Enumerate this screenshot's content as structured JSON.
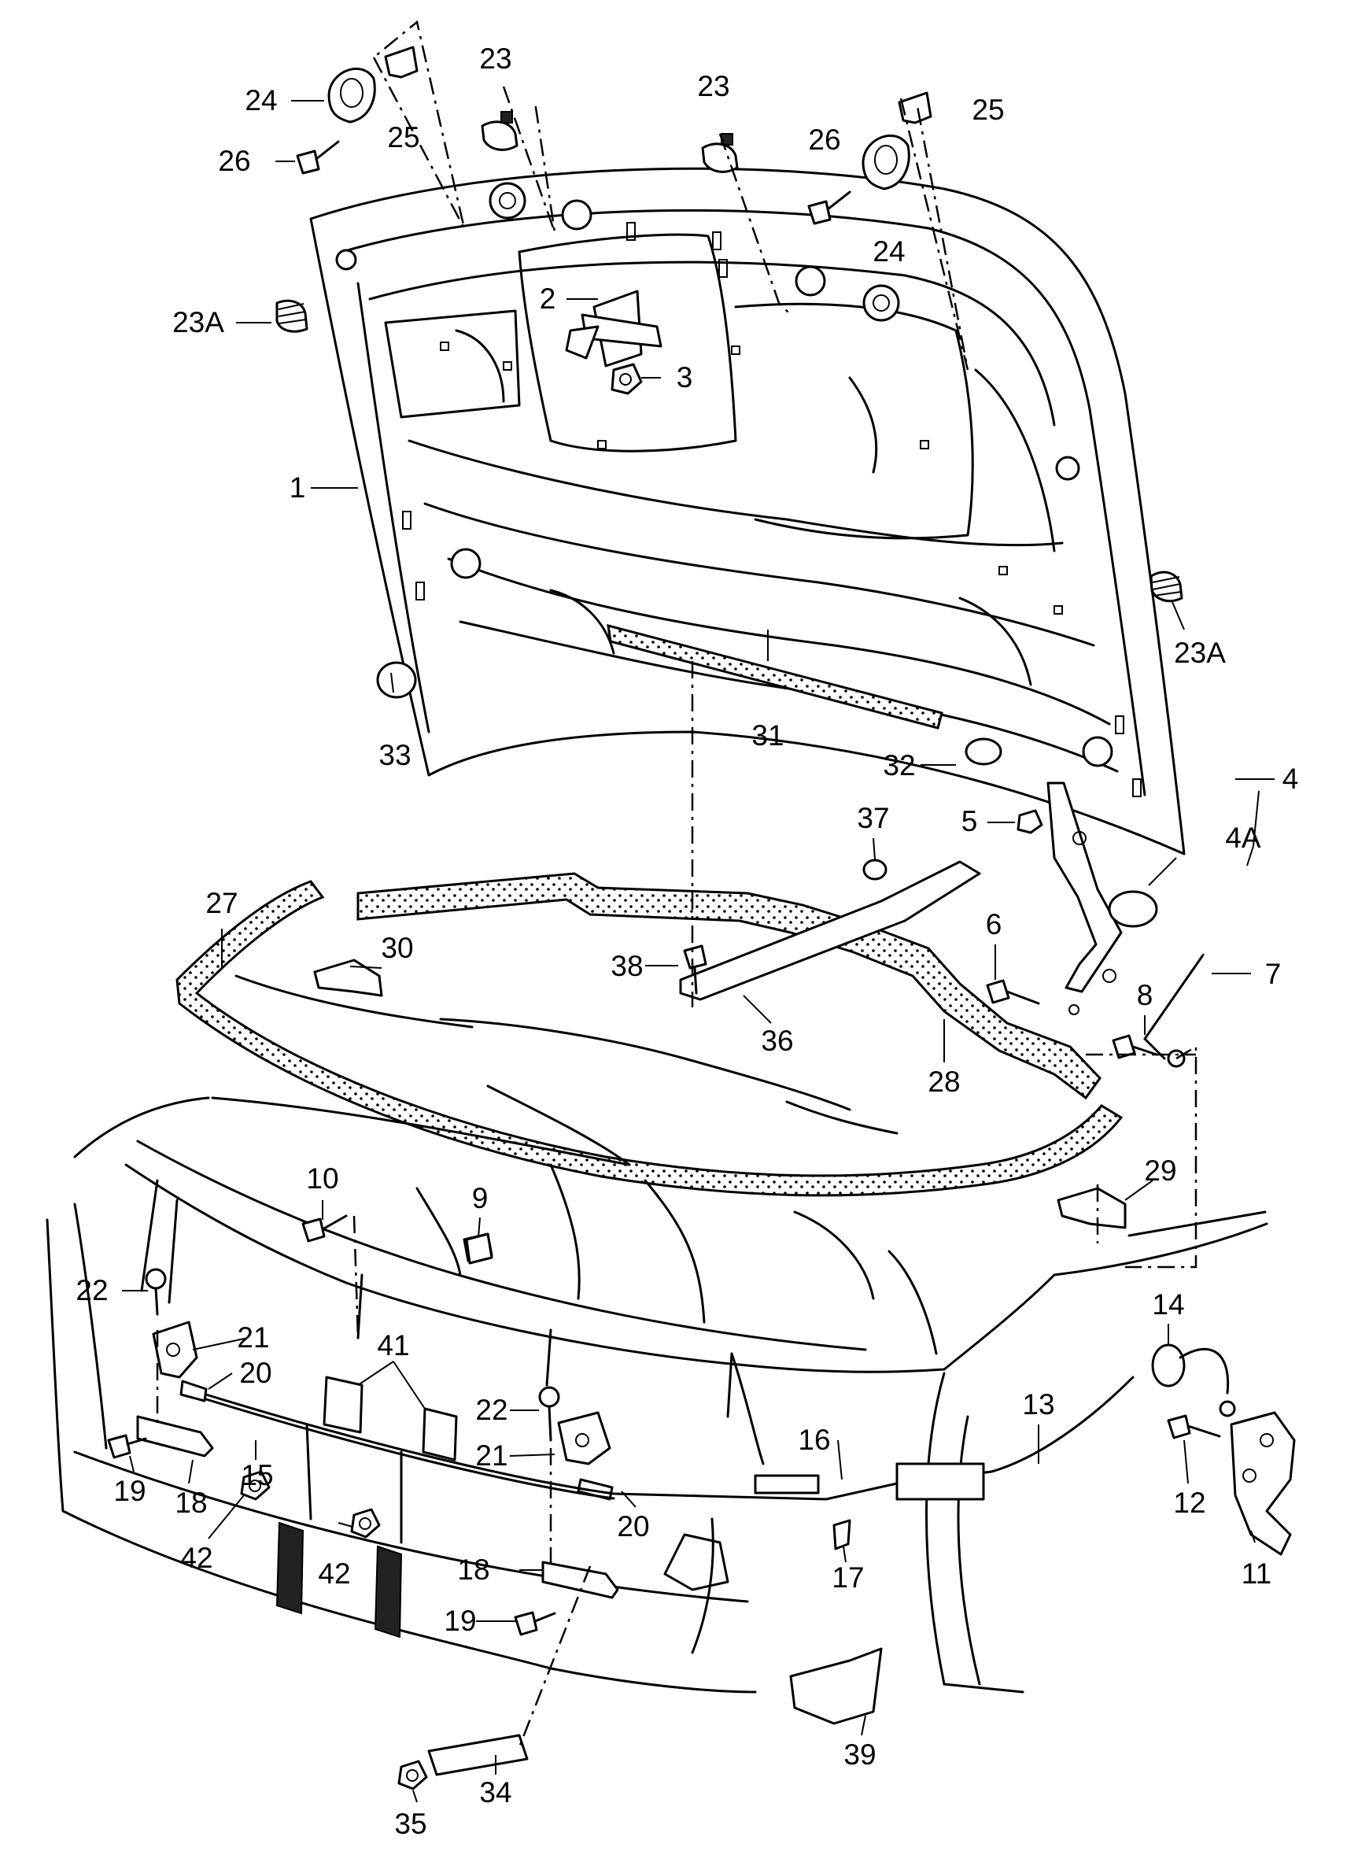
{
  "labels": [
    {
      "id": "1",
      "text": "1"
    },
    {
      "id": "2",
      "text": "2"
    },
    {
      "id": "3",
      "text": "3"
    },
    {
      "id": "4",
      "text": "4"
    },
    {
      "id": "4A",
      "text": "4A"
    },
    {
      "id": "5",
      "text": "5"
    },
    {
      "id": "6",
      "text": "6"
    },
    {
      "id": "7",
      "text": "7"
    },
    {
      "id": "8",
      "text": "8"
    },
    {
      "id": "9",
      "text": "9"
    },
    {
      "id": "10",
      "text": "10"
    },
    {
      "id": "11",
      "text": "11"
    },
    {
      "id": "12",
      "text": "12"
    },
    {
      "id": "13",
      "text": "13"
    },
    {
      "id": "14",
      "text": "14"
    },
    {
      "id": "15",
      "text": "15"
    },
    {
      "id": "16",
      "text": "16"
    },
    {
      "id": "17",
      "text": "17"
    },
    {
      "id": "18a",
      "text": "18"
    },
    {
      "id": "18b",
      "text": "18"
    },
    {
      "id": "19a",
      "text": "19"
    },
    {
      "id": "19b",
      "text": "19"
    },
    {
      "id": "20a",
      "text": "20"
    },
    {
      "id": "20b",
      "text": "20"
    },
    {
      "id": "21a",
      "text": "21"
    },
    {
      "id": "21b",
      "text": "21"
    },
    {
      "id": "22a",
      "text": "22"
    },
    {
      "id": "22b",
      "text": "22"
    },
    {
      "id": "23a",
      "text": "23"
    },
    {
      "id": "23b",
      "text": "23"
    },
    {
      "id": "23Aa",
      "text": "23A"
    },
    {
      "id": "23Ab",
      "text": "23A"
    },
    {
      "id": "24a",
      "text": "24"
    },
    {
      "id": "24b",
      "text": "24"
    },
    {
      "id": "25a",
      "text": "25"
    },
    {
      "id": "25b",
      "text": "25"
    },
    {
      "id": "26a",
      "text": "26"
    },
    {
      "id": "26b",
      "text": "26"
    },
    {
      "id": "27",
      "text": "27"
    },
    {
      "id": "28",
      "text": "28"
    },
    {
      "id": "29",
      "text": "29"
    },
    {
      "id": "30",
      "text": "30"
    },
    {
      "id": "31",
      "text": "31"
    },
    {
      "id": "32",
      "text": "32"
    },
    {
      "id": "33",
      "text": "33"
    },
    {
      "id": "34",
      "text": "34"
    },
    {
      "id": "35",
      "text": "35"
    },
    {
      "id": "36",
      "text": "36"
    },
    {
      "id": "37",
      "text": "37"
    },
    {
      "id": "38",
      "text": "38"
    },
    {
      "id": "39",
      "text": "39"
    },
    {
      "id": "41",
      "text": "41"
    },
    {
      "id": "42a",
      "text": "42"
    },
    {
      "id": "42b",
      "text": "42"
    }
  ]
}
